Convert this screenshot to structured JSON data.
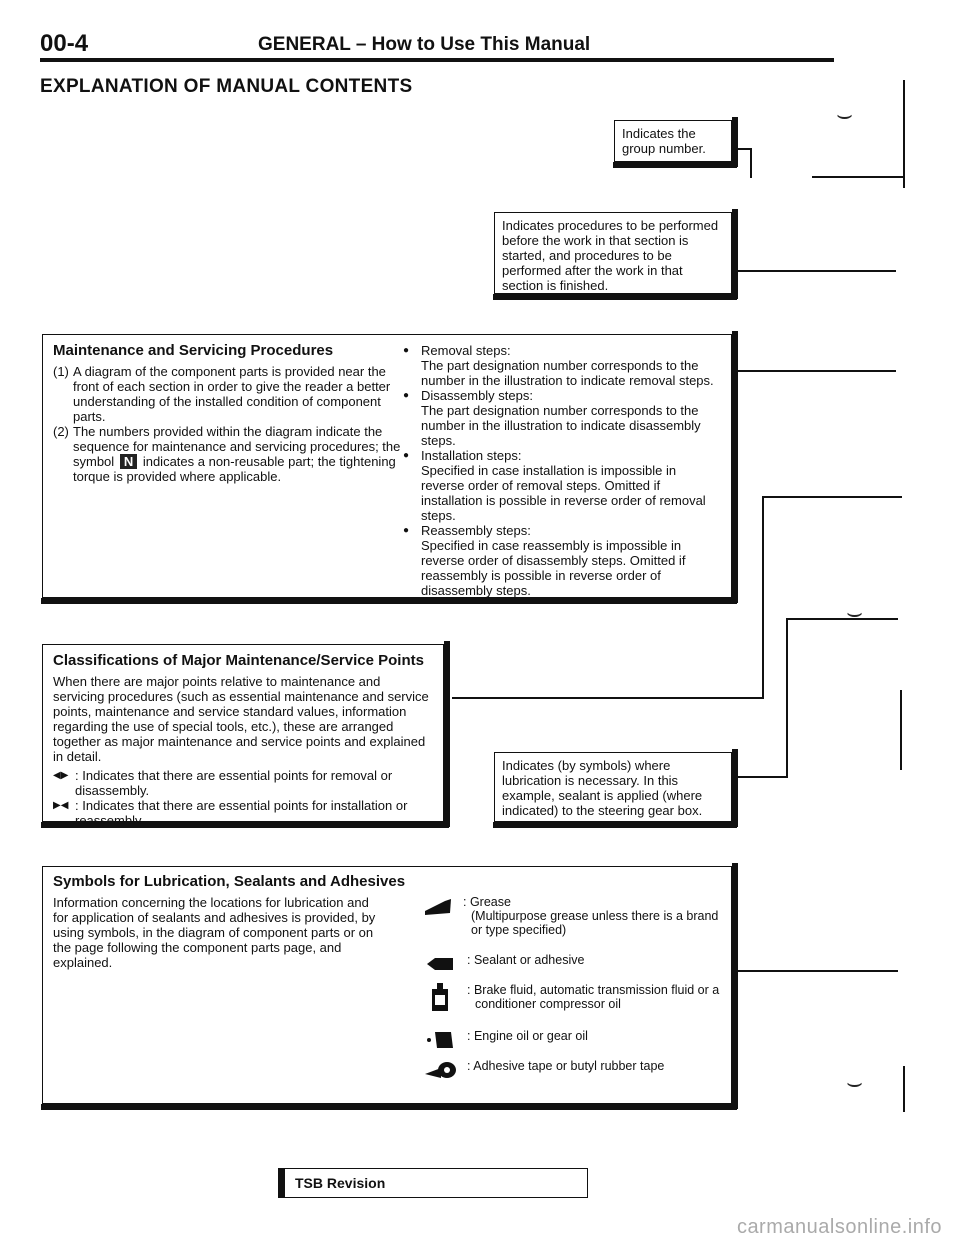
{
  "header": {
    "page_number": "00-4",
    "title": "GENERAL – How to Use This Manual"
  },
  "section_title": "EXPLANATION OF MANUAL CONTENTS",
  "callouts": {
    "group_number": "Indicates the group number.",
    "procedures": "Indicates procedures to be performed before the work in that section is started, and procedures to be performed after the work in that section is finished.",
    "lubrication": "Indicates (by symbols) where lubrication is necessary. In this example, sealant is applied (where indicated) to the steering gear box."
  },
  "maintenance": {
    "heading": "Maintenance and Servicing Procedures",
    "item1_num": "(1)",
    "item1": "A diagram of the component parts is provided near the front of each section in order to give the reader a better understanding of the installed condition of component parts.",
    "item2_num": "(2)",
    "item2_a": "The numbers provided within the diagram indicate the sequence for maintenance and servicing procedures; the symbol",
    "item2_symbol": "N",
    "item2_b": "indicates a non-reusable part; the tightening torque is provided where applicable.",
    "steps": [
      {
        "title": "Removal steps:",
        "text": "The part designation number corresponds to the number in the illustration to indicate removal steps."
      },
      {
        "title": "Disassembly steps:",
        "text": "The part designation number corresponds to the number in the illustration to indicate disassembly steps."
      },
      {
        "title": "Installation steps:",
        "text": "Specified in case installation is impossible in reverse order of removal steps. Omitted if installation is possible in reverse order of removal steps."
      },
      {
        "title": "Reassembly steps:",
        "text": "Specified in case reassembly is impossible in reverse order of disassembly steps. Omitted if reassembly is possible in reverse order of disassembly steps."
      }
    ]
  },
  "classifications": {
    "heading": "Classifications of Major Maintenance/Service Points",
    "body": "When there are major points relative to maintenance and servicing procedures (such as essential maintenance and service points, maintenance and service standard values, information regarding the use of special tools, etc.), these are arranged together as major maintenance and service points and explained in detail.",
    "removal_symbol": "◀▶",
    "removal_text": ": Indicates that there are essential points for removal or disassembly.",
    "install_symbol": "▶◀",
    "install_text": ": Indicates that there are essential points for installation or reassembly."
  },
  "symbols": {
    "heading": "Symbols for Lubrication, Sealants and Adhesives",
    "body": "Information concerning the locations for lubrication and for application of sealants and adhesives is provided, by using symbols, in the diagram of component parts or on the page following the component parts page, and explained.",
    "items": [
      {
        "icon": "grease-icon",
        "label": ": Grease",
        "sub": "(Multipurpose grease unless there is a brand or type specified)"
      },
      {
        "icon": "sealant-icon",
        "label": ": Sealant or adhesive",
        "sub": ""
      },
      {
        "icon": "brake-fluid-icon",
        "label": ": Brake fluid, automatic transmission fluid or a",
        "sub": "conditioner compressor oil"
      },
      {
        "icon": "engine-oil-icon",
        "label": ": Engine oil or gear oil",
        "sub": ""
      },
      {
        "icon": "adhesive-tape-icon",
        "label": ": Adhesive tape or butyl rubber tape",
        "sub": ""
      }
    ]
  },
  "footer": {
    "tsb": "TSB Revision",
    "watermark": "carmanualsonline.info"
  }
}
